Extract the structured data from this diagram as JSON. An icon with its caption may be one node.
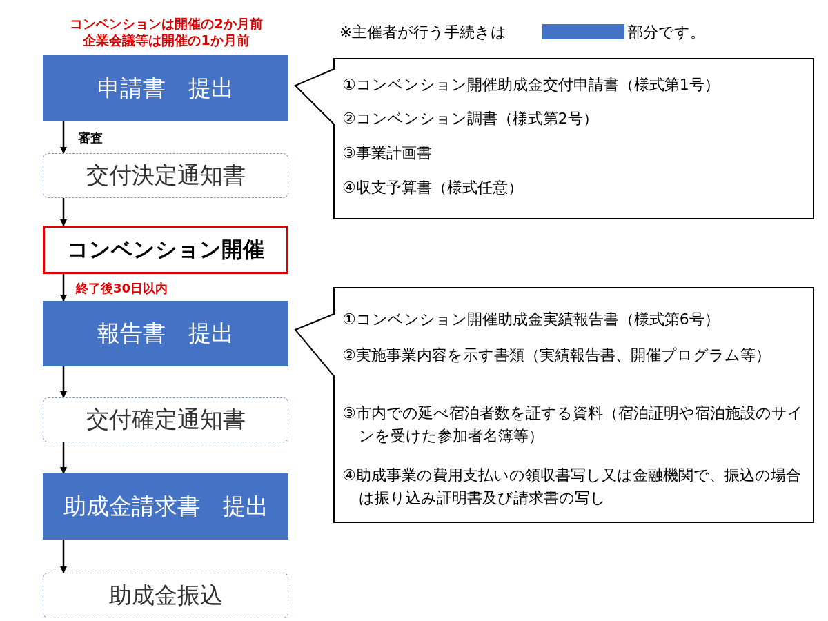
{
  "diagram": {
    "nodes": [
      {
        "text": [
          "申請書　提出"
        ]
      },
      {
        "text": [
          "交付決定通知書"
        ]
      },
      {
        "text": [
          "コンベンション開催"
        ]
      },
      {
        "text": [
          "報告書　提出"
        ]
      },
      {
        "text": [
          "交付確定通知書"
        ]
      },
      {
        "text": [
          "助成金請求書　提出"
        ]
      },
      {
        "text": [
          "助成金振込"
        ]
      },
      {
        "text": [
          "①コンベンション開催助成金交付申請書（様式第1号）",
          "②コンベンション調書（様式第2号）",
          "③事業計画書",
          "④収支予算書（様式任意）"
        ]
      },
      {
        "text": [
          "①コンベンション開催助成金実績報告書（様式第6号）",
          "②実施事業内容を示す書類（実績報告書、開催プログラム等）",
          "③市内での延べ宿泊者数を証する資料（宿泊証明や宿泊施設のサインを受けた参加者名簿等）",
          "④助成事業の費用支払いの領収書写し又は金融機関で、振込の場合は振り込み証明書及び請求書の写し"
        ]
      }
    ],
    "edges": [
      {
        "from": 0,
        "to": 1,
        "arrow": "to",
        "label": "審査"
      },
      {
        "from": 1,
        "to": 2,
        "arrow": "to"
      },
      {
        "from": 2,
        "to": 3,
        "arrow": "to",
        "label": "終了後30日以内"
      },
      {
        "from": 3,
        "to": 4,
        "arrow": "to"
      },
      {
        "from": 4,
        "to": 5,
        "arrow": "to"
      },
      {
        "from": 5,
        "to": 6,
        "arrow": "to"
      }
    ],
    "labels": [
      "コンベンションは開催の2か月前",
      "企業会議等は開催の1か月前",
      "※主催者が行う手続きは",
      "部分です。"
    ]
  }
}
